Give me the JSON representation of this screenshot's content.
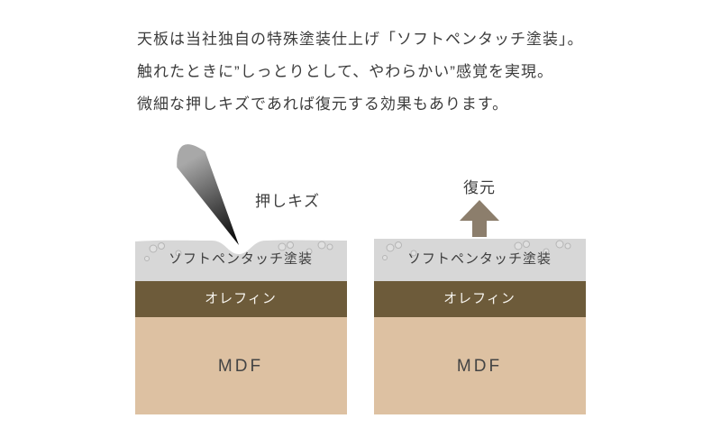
{
  "page": {
    "background": "#ffffff"
  },
  "description": {
    "lines": [
      "天板は当社独自の特殊塗装仕上げ「ソフトペンタッチ塗装」。",
      "触れたときに”しっとりとして、やわらかい”感覚を実現。",
      "微細な押しキズであれば復元する効果もあります。"
    ]
  },
  "left_panel": {
    "scratch_label": "押しキズ",
    "layers": {
      "coating": "ソフトペンタッチ塗装",
      "olefin": "オレフィン",
      "mdf": "MDF"
    }
  },
  "right_panel": {
    "restore_label": "復元",
    "layers": {
      "coating": "ソフトペンタッチ塗装",
      "olefin": "オレフィン",
      "mdf": "MDF"
    }
  },
  "colors": {
    "coating_layer": "#d7d7d7",
    "olefin_layer": "#6d5b3a",
    "mdf_layer": "#ddc1a2",
    "restore_arrow": "#8c7e6c",
    "pen_tip": "#000000",
    "text": "#3c3c3c"
  }
}
